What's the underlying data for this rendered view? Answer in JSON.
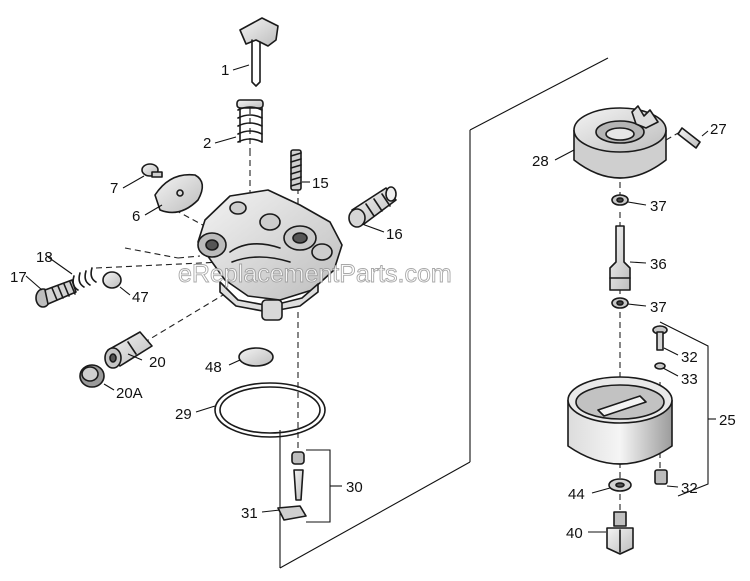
{
  "watermark": "eReplacementParts.com",
  "callouts": {
    "c1": "1",
    "c2": "2",
    "c6": "6",
    "c7": "7",
    "c15": "15",
    "c16": "16",
    "c17": "17",
    "c18": "18",
    "c20": "20",
    "c20a": "20A",
    "c25": "25",
    "c27": "27",
    "c28": "28",
    "c29": "29",
    "c30": "30",
    "c31": "31",
    "c32a": "32",
    "c32b": "32",
    "c33": "33",
    "c36": "36",
    "c37a": "37",
    "c37b": "37",
    "c40": "40",
    "c44": "44",
    "c47": "47",
    "c48": "48"
  }
}
